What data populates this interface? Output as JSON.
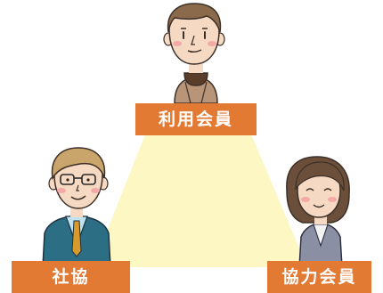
{
  "roles": {
    "top": "利用会員",
    "left": "社協",
    "right": "協力会員"
  },
  "colors": {
    "label_background": "#e37a34",
    "label_text": "#ffffff",
    "triangle_fill": "#fdf7c3"
  },
  "figures": {
    "top": "elderly-man-illustration",
    "left": "man-with-glasses-illustration",
    "right": "woman-illustration"
  }
}
